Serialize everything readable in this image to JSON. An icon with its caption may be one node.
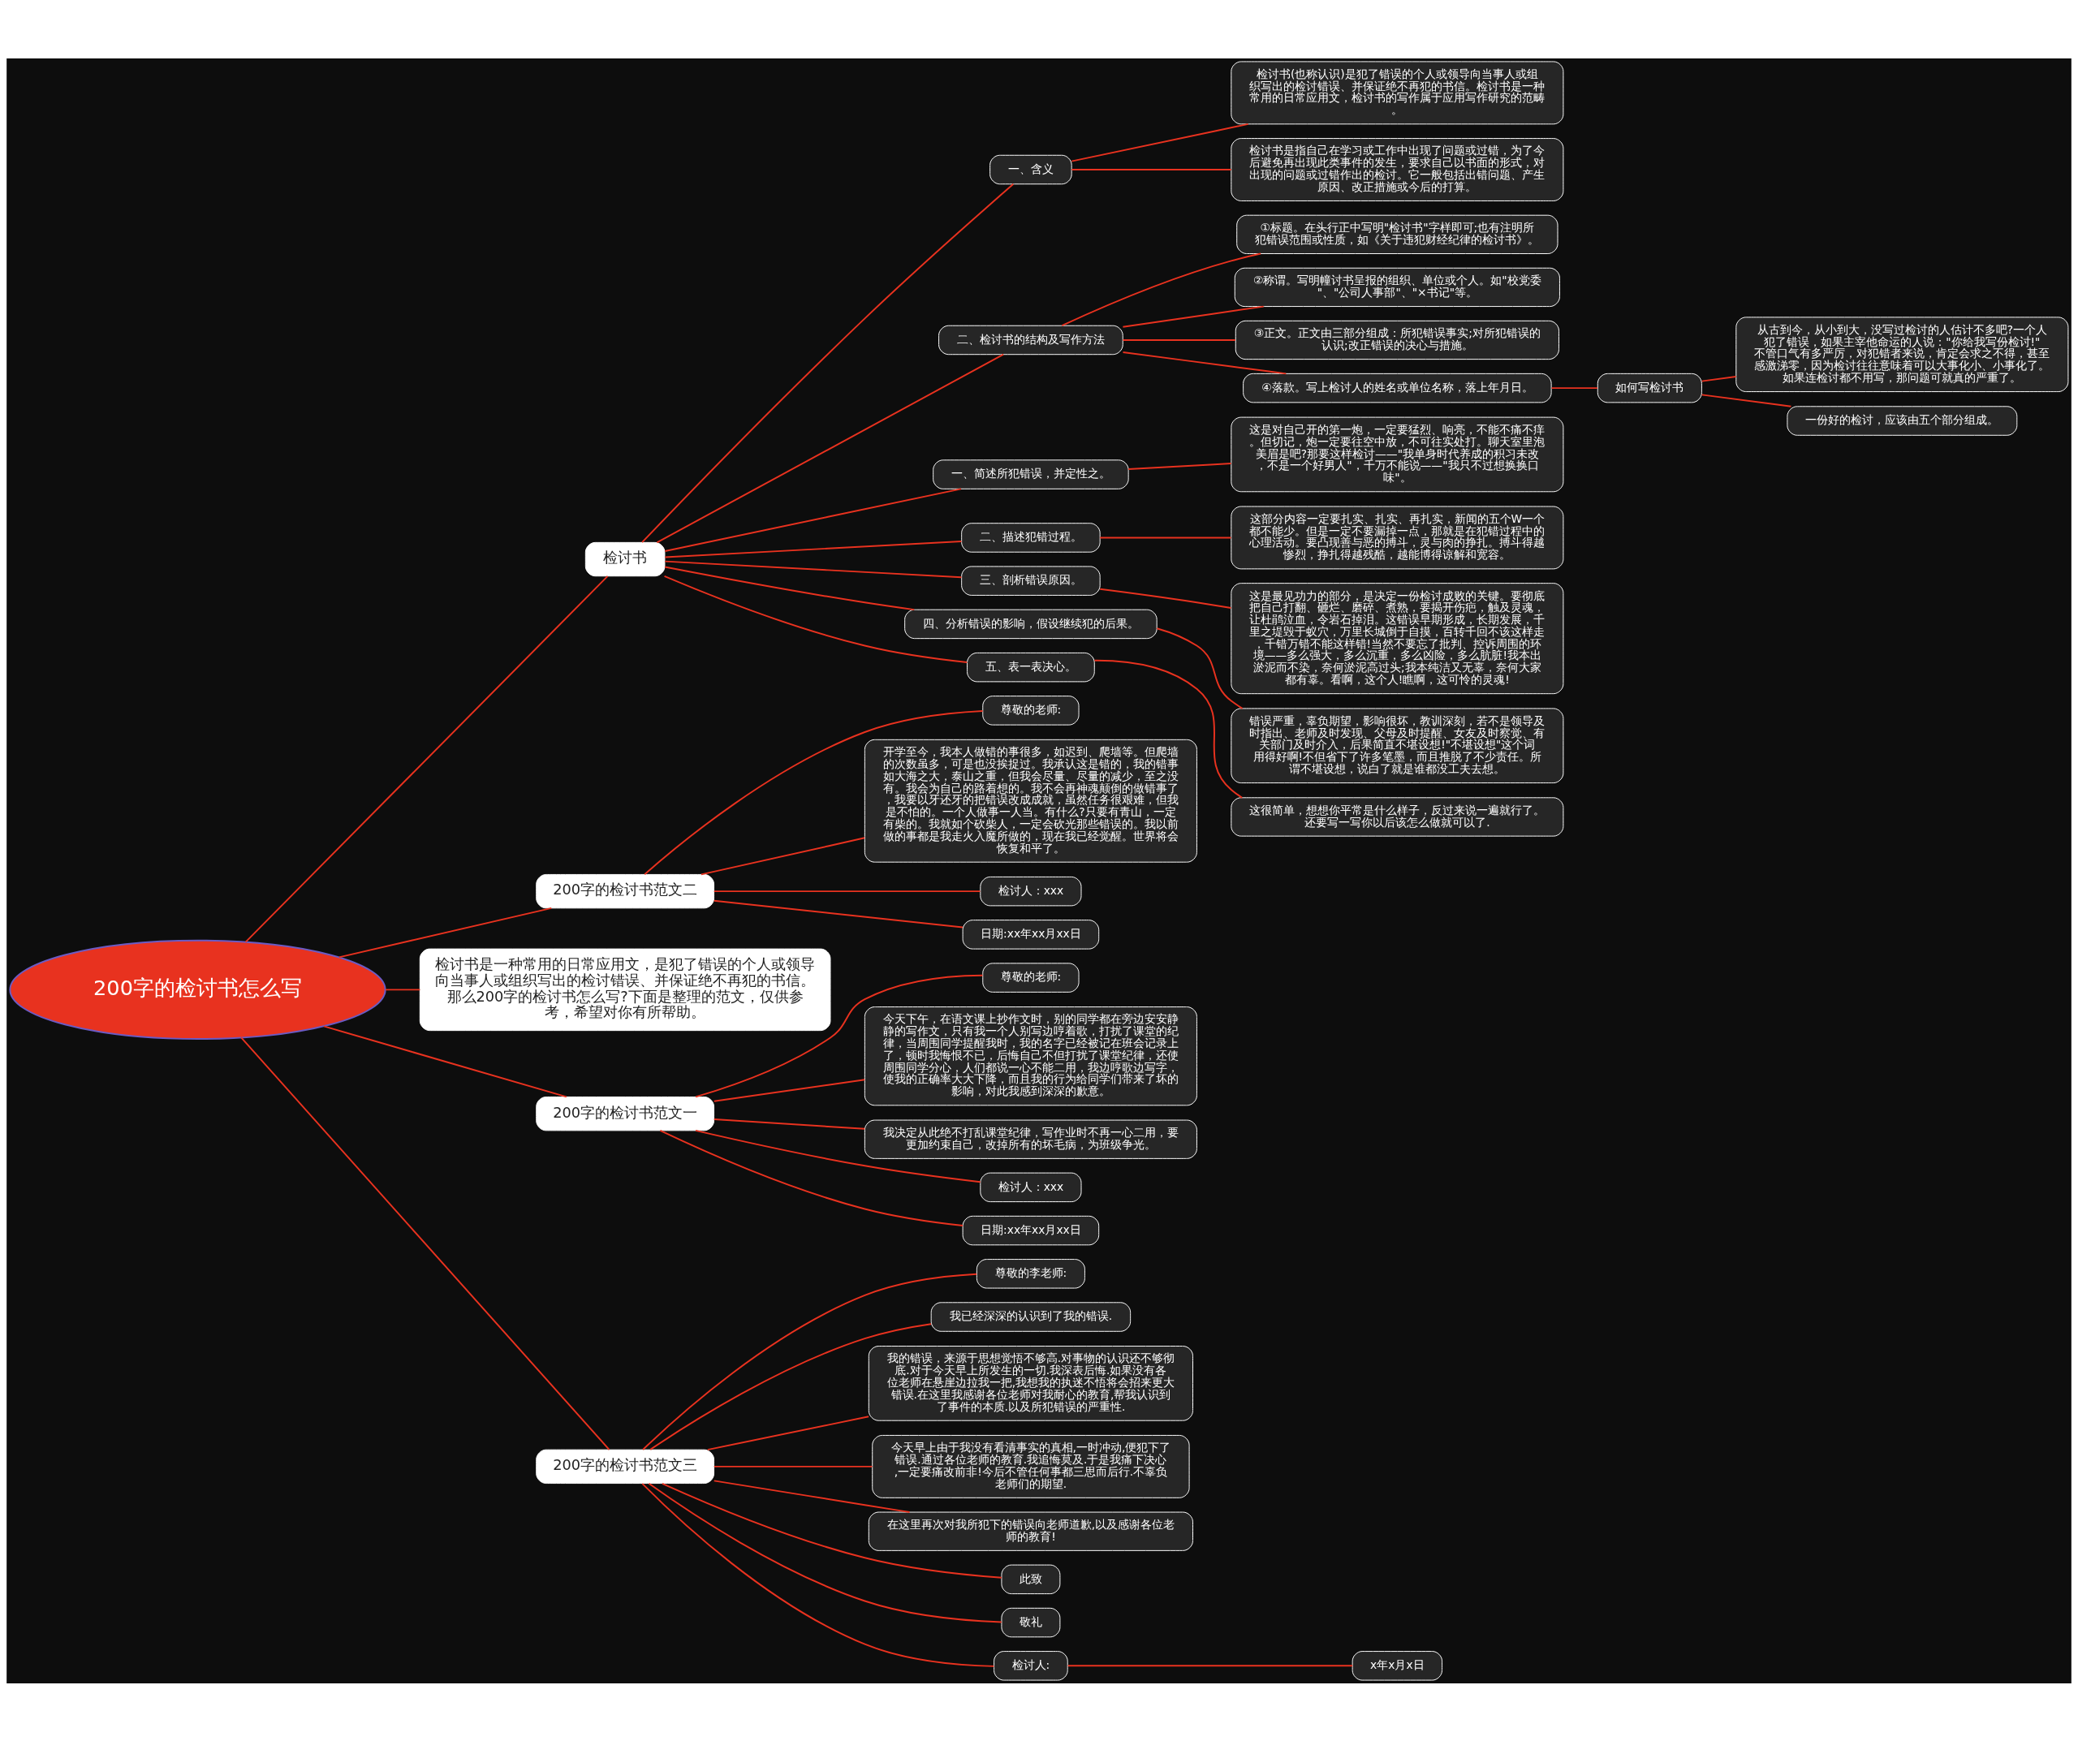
{
  "diagram": {
    "nodes": [
      {
        "text": [
          "200字的检讨书怎么写"
        ]
      },
      {
        "text": [
          "检讨书"
        ]
      },
      {
        "text": [
          "一、含义"
        ]
      },
      {
        "text": [
          "检讨书(也称认识)是犯了错误的个人或领导向当事人或组织写出的检讨错误、并保证绝不再犯的书信。检讨书是一种常用的日常应用文，检讨书的写作属于应用写作研究的范畴。"
        ]
      },
      {
        "text": [
          "检讨书是指自己在学习或工作中出现了问题或过错，为了今后避免再出现此类事件的发生，要求自己以书面的形式，对出现的问题或过错作出的检讨。它一般包括出错问题、产生原因、改正措施或今后的打算。"
        ]
      },
      {
        "text": [
          "二、检讨书的结构及写作方法"
        ]
      },
      {
        "text": [
          "①标题。在头行正中写明\"检讨书\"字样即可;也有注明所犯错误范围或性质，如《关于违犯财经纪律的检讨书》。"
        ]
      },
      {
        "text": [
          "②称谓。写明幢讨书呈报的组织、单位或个人。如\"校党委\"、\"公司人事部\"、\"×书记\"等。"
        ]
      },
      {
        "text": [
          "③正文。正文由三部分组成：所犯错误事实;对所犯错误的认识;改正错误的决心与措施。"
        ]
      },
      {
        "text": [
          "④落款。写上检讨人的姓名或单位名称，落上年月日。"
        ]
      },
      {
        "text": [
          "如何写检讨书"
        ]
      },
      {
        "text": [
          "从古到今，从小到大，没写过检讨的人估计不多吧?一个人犯了错误，如果主宰他命运的人说：\"你给我写份检讨!\"不管口气有多严厉，对犯错者来说，肯定会求之不得，甚至感激涕零，因为检讨往往意味着可以大事化小、小事化了。如果连检讨都不用写，那问题可就真的严重了。"
        ]
      },
      {
        "text": [
          "一份好的检讨，应该由五个部分组成。"
        ]
      },
      {
        "text": [
          "一、简述所犯错误，并定性之。"
        ]
      },
      {
        "text": [
          "这是对自己开的第一炮，一定要猛烈、响亮，不能不痛不痒。但切记，炮一定要往空中放，不可往实处打。聊天室里泡美眉是吧?那要这样检讨——\"我单身时代养成的积习未改，不是一个好男人\"，千万不能说——\"我只不过想换换口味\"。"
        ]
      },
      {
        "text": [
          "二、描述犯错过程。"
        ]
      },
      {
        "text": [
          "这部分内容一定要扎实、扎实、再扎实，新闻的五个W一个都不能少。但是一定不要漏掉一点，那就是在犯错过程中的心理活动。要凸现善与恶的搏斗，灵与肉的挣扎。搏斗得越惨烈，挣扎得越残酷，越能博得谅解和宽容。"
        ]
      },
      {
        "text": [
          "三、剖析错误原因。"
        ]
      },
      {
        "text": [
          "这是最见功力的部分，是决定一份检讨成败的关键。要彻底把自己打翻、砸烂、磨碎、煮熟，要揭开伤疤，触及灵魂，让杜鹃泣血，令岩石掉泪。这错误早期形成，长期发展，千里之堤毁于蚁穴，万里长城倒于自摸，百转千回不该这样走，千错万错不能这样错!当然不要忘了批判、控诉周围的环境——多么强大，多么沉重，多么凶险，多么肮脏!我本出淤泥而不染，奈何淤泥高过头;我本纯洁又无辜，奈何大家都有辜。看啊，这个人!瞧啊，这可怜的灵魂!"
        ]
      },
      {
        "text": [
          "四、分析错误的影响，假设继续犯的后果。"
        ]
      },
      {
        "text": [
          "错误严重，辜负期望，影响很坏，教训深刻，若不是领导及时指出、老师及时发现、父母及时提醒、女友及时察觉、有关部门及时介入，后果简直不堪设想!\"不堪设想\"这个词用得好啊!不但省下了许多笔墨，而且推脱了不少责任。所谓不堪设想，说白了就是谁都没工夫去想。"
        ]
      },
      {
        "text": [
          "五、表一表决心。"
        ]
      },
      {
        "text": [
          "这很简单，想想你平常是什么样子，反过来说一遍就行了。还要写一写你以后该怎么做就可以了."
        ]
      },
      {
        "text": [
          "200字的检讨书范文二"
        ]
      },
      {
        "text": [
          "尊敬的老师:"
        ]
      },
      {
        "text": [
          "开学至今，我本人做错的事很多，如迟到、爬墙等。但爬墙的次数虽多，可是也没挨捉过。我承认这是错的，我的错事如大海之大，泰山之重，但我会尽量、尽量的减少，至之没有。我会为自己的路着想的。我不会再神魂颠倒的做错事了，我要以牙还牙的把错误改成成就，虽然任务很艰难，但我是不怕的。一个人做事一人当。有什么?只要有青山，一定有柴的。我就如个砍柴人，一定会砍光那些错误的。我以前做的事都是我走火入魔所做的，现在我已经觉醒。世界将会恢复和平了。"
        ]
      },
      {
        "text": [
          "检讨人：xxx"
        ]
      },
      {
        "text": [
          "日期:xx年xx月xx日"
        ]
      },
      {
        "text": [
          "检讨书是一种常用的日常应用文，是犯了错误的个人或领导向当事人或组织写出的检讨错误、并保证绝不再犯的书信。那么200字的检讨书怎么写?下面是整理的范文，仅供参考，希望对你有所帮助。"
        ]
      },
      {
        "text": [
          "200字的检讨书范文一"
        ]
      },
      {
        "text": [
          "尊敬的老师:"
        ]
      },
      {
        "text": [
          "今天下午，在语文课上抄作文时，别的同学都在旁边安安静静的写作文，只有我一个人别写边哼着歌，打扰了课堂的纪律，当周围同学提醒我时，我的名字已经被记在班会记录上了，顿时我悔恨不已，后悔自己不但打扰了课堂纪律，还使周围同学分心，人们都说一心不能二用，我边哼歌边写字，使我的正确率大大下降，而且我的行为给同学们带来了坏的影响，对此我感到深深的歉意。"
        ]
      },
      {
        "text": [
          "我决定从此绝不打乱课堂纪律，写作业时不再一心二用，要更加约束自己，改掉所有的坏毛病，为班级争光。"
        ]
      },
      {
        "text": [
          "检讨人：xxx"
        ]
      },
      {
        "text": [
          "日期:xx年xx月xx日"
        ]
      },
      {
        "text": [
          "200字的检讨书范文三"
        ]
      },
      {
        "text": [
          "尊敬的李老师:"
        ]
      },
      {
        "text": [
          "我已经深深的认识到了我的错误."
        ]
      },
      {
        "text": [
          "我的错误，来源于思想觉悟不够高.对事物的认识还不够彻底.对于今天早上所发生的一切.我深表后悔.如果没有各位老师在悬崖边拉我一把,我想我的执迷不悟将会招来更大错误.在这里我感谢各位老师对我耐心的教育,帮我认识到了事件的本质.以及所犯错误的严重性."
        ]
      },
      {
        "text": [
          "今天早上由于我没有看清事实的真相,一时冲动,便犯下了错误.通过各位老师的教育.我追悔莫及.于是我痛下决心,一定要痛改前非!今后不管任何事都三思而后行.不辜负老师们的期望."
        ]
      },
      {
        "text": [
          "在这里再次对我所犯下的错误向老师道歉,以及感谢各位老师的教育!"
        ]
      },
      {
        "text": [
          "此致"
        ]
      },
      {
        "text": [
          "敬礼"
        ]
      },
      {
        "text": [
          "检讨人:"
        ]
      },
      {
        "text": [
          "x年x月x日"
        ]
      }
    ],
    "edges": [
      {
        "from": 0,
        "to": 1,
        "arrow": "none"
      },
      {
        "from": 1,
        "to": 2,
        "arrow": "none"
      },
      {
        "from": 2,
        "to": 3,
        "arrow": "none"
      },
      {
        "from": 2,
        "to": 4,
        "arrow": "none"
      },
      {
        "from": 1,
        "to": 5,
        "arrow": "none"
      },
      {
        "from": 5,
        "to": 6,
        "arrow": "none"
      },
      {
        "from": 5,
        "to": 7,
        "arrow": "none"
      },
      {
        "from": 5,
        "to": 8,
        "arrow": "none"
      },
      {
        "from": 5,
        "to": 9,
        "arrow": "none"
      },
      {
        "from": 9,
        "to": 10,
        "arrow": "none"
      },
      {
        "from": 10,
        "to": 11,
        "arrow": "none"
      },
      {
        "from": 10,
        "to": 12,
        "arrow": "none"
      },
      {
        "from": 1,
        "to": 13,
        "arrow": "none"
      },
      {
        "from": 13,
        "to": 14,
        "arrow": "none"
      },
      {
        "from": 1,
        "to": 15,
        "arrow": "none"
      },
      {
        "from": 15,
        "to": 16,
        "arrow": "none"
      },
      {
        "from": 1,
        "to": 17,
        "arrow": "none"
      },
      {
        "from": 17,
        "to": 18,
        "arrow": "none"
      },
      {
        "from": 1,
        "to": 19,
        "arrow": "none"
      },
      {
        "from": 19,
        "to": 20,
        "arrow": "none"
      },
      {
        "from": 1,
        "to": 21,
        "arrow": "none"
      },
      {
        "from": 21,
        "to": 22,
        "arrow": "none"
      },
      {
        "from": 0,
        "to": 23,
        "arrow": "none"
      },
      {
        "from": 23,
        "to": 24,
        "arrow": "none"
      },
      {
        "from": 23,
        "to": 25,
        "arrow": "none"
      },
      {
        "from": 23,
        "to": 26,
        "arrow": "none"
      },
      {
        "from": 23,
        "to": 27,
        "arrow": "none"
      },
      {
        "from": 0,
        "to": 28,
        "arrow": "none"
      },
      {
        "from": 0,
        "to": 29,
        "arrow": "none"
      },
      {
        "from": 29,
        "to": 30,
        "arrow": "none"
      },
      {
        "from": 29,
        "to": 31,
        "arrow": "none"
      },
      {
        "from": 29,
        "to": 32,
        "arrow": "none"
      },
      {
        "from": 29,
        "to": 33,
        "arrow": "none"
      },
      {
        "from": 29,
        "to": 34,
        "arrow": "none"
      },
      {
        "from": 0,
        "to": 35,
        "arrow": "none"
      },
      {
        "from": 35,
        "to": 36,
        "arrow": "none"
      },
      {
        "from": 35,
        "to": 37,
        "arrow": "none"
      },
      {
        "from": 35,
        "to": 38,
        "arrow": "none"
      },
      {
        "from": 35,
        "to": 39,
        "arrow": "none"
      },
      {
        "from": 35,
        "to": 40,
        "arrow": "none"
      },
      {
        "from": 35,
        "to": 41,
        "arrow": "none"
      },
      {
        "from": 35,
        "to": 42,
        "arrow": "none"
      },
      {
        "from": 35,
        "to": 43,
        "arrow": "none"
      },
      {
        "from": 43,
        "to": 44,
        "arrow": "none"
      }
    ]
  }
}
